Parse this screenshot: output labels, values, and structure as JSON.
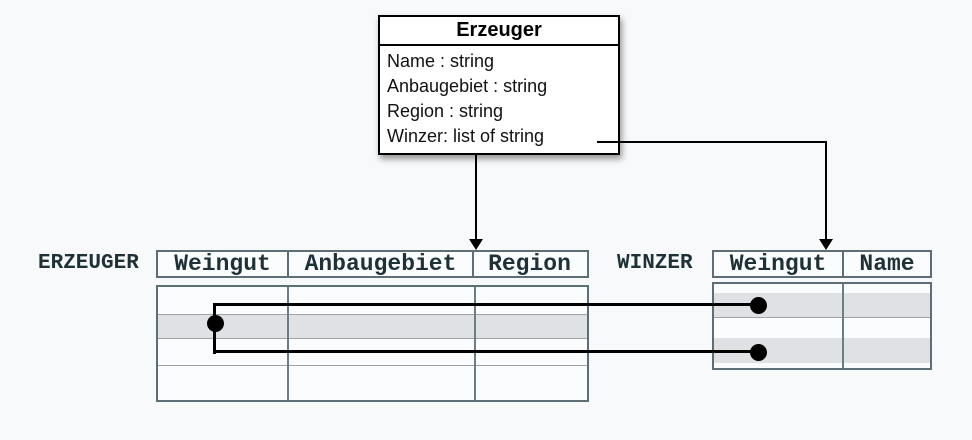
{
  "class_box": {
    "title": "Erzeuger",
    "attributes": [
      "Name : string",
      "Anbaugebiet : string",
      "Region : string",
      "Winzer: list of string"
    ]
  },
  "erzeuger_table": {
    "label": "ERZEUGER",
    "columns": [
      "Weingut",
      "Anbaugebiet",
      "Region"
    ],
    "row_count": 4,
    "highlighted_row_index": 2
  },
  "winzer_table": {
    "label": "WINZER",
    "columns": [
      "Weingut",
      "Name"
    ],
    "row_count": 4,
    "highlighted_row_indices": [
      2,
      4
    ]
  },
  "colors": {
    "background": "#f8f9fa",
    "class_box_fill": "#ffffff",
    "class_box_border": "#000000",
    "table_border": "#5d6e76",
    "grid_line": "#9aa4a9",
    "header_text": "#1f3138",
    "row_highlight": "#e0e1e5",
    "connector": "#000000"
  }
}
